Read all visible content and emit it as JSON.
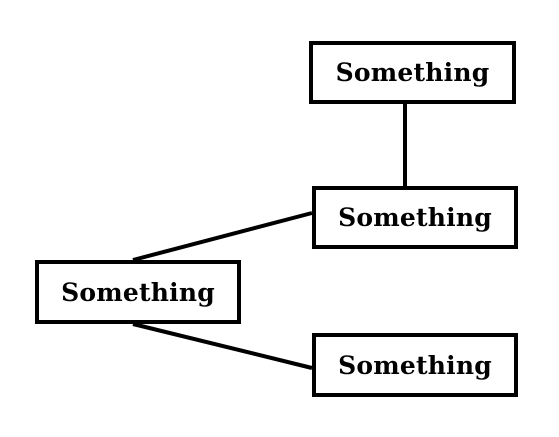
{
  "nodes": {
    "top": {
      "label": "Something"
    },
    "middle": {
      "label": "Something"
    },
    "left": {
      "label": "Something"
    },
    "bottom": {
      "label": "Something"
    }
  },
  "edges": [
    {
      "from": "top",
      "to": "middle"
    },
    {
      "from": "left",
      "to": "middle"
    },
    {
      "from": "left",
      "to": "bottom"
    }
  ],
  "colors": {
    "stroke": "#000000",
    "background": "#ffffff",
    "text": "#000000"
  }
}
